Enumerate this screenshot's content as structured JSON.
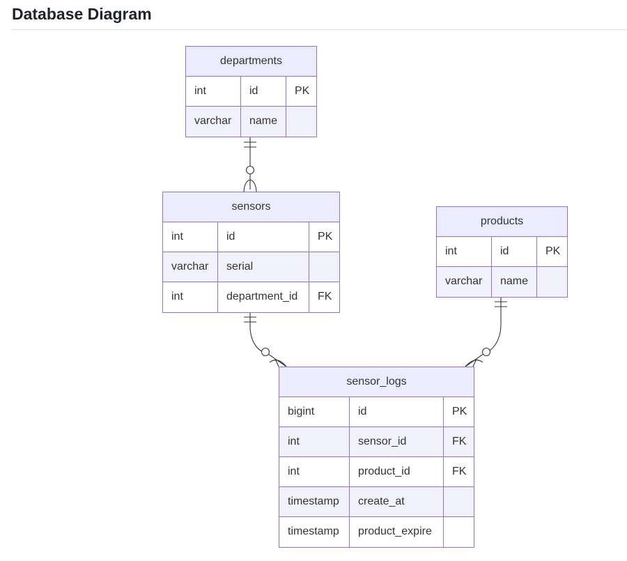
{
  "page": {
    "title": "Database Diagram"
  },
  "colors": {
    "entity_border": "#9370db",
    "header_fill": "#ececff",
    "alt_row_fill": "#f2f2fd",
    "relation_line": "#333333"
  },
  "entities": [
    {
      "id": "departments",
      "name": "departments",
      "rows": [
        {
          "type": "int",
          "field": "id",
          "key": "PK"
        },
        {
          "type": "varchar",
          "field": "name",
          "key": ""
        }
      ]
    },
    {
      "id": "sensors",
      "name": "sensors",
      "rows": [
        {
          "type": "int",
          "field": "id",
          "key": "PK"
        },
        {
          "type": "varchar",
          "field": "serial",
          "key": ""
        },
        {
          "type": "int",
          "field": "department_id",
          "key": "FK"
        }
      ]
    },
    {
      "id": "products",
      "name": "products",
      "rows": [
        {
          "type": "int",
          "field": "id",
          "key": "PK"
        },
        {
          "type": "varchar",
          "field": "name",
          "key": ""
        }
      ]
    },
    {
      "id": "sensor_logs",
      "name": "sensor_logs",
      "rows": [
        {
          "type": "bigint",
          "field": "id",
          "key": "PK"
        },
        {
          "type": "int",
          "field": "sensor_id",
          "key": "FK"
        },
        {
          "type": "int",
          "field": "product_id",
          "key": "FK"
        },
        {
          "type": "timestamp",
          "field": "create_at",
          "key": ""
        },
        {
          "type": "timestamp",
          "field": "product_expire",
          "key": ""
        }
      ]
    }
  ],
  "relationships": [
    {
      "from": "departments",
      "to": "sensors",
      "from_cardinality": "exactly-one",
      "to_cardinality": "zero-or-more"
    },
    {
      "from": "sensors",
      "to": "sensor_logs",
      "from_cardinality": "exactly-one",
      "to_cardinality": "zero-or-more"
    },
    {
      "from": "products",
      "to": "sensor_logs",
      "from_cardinality": "exactly-one",
      "to_cardinality": "zero-or-more"
    }
  ]
}
